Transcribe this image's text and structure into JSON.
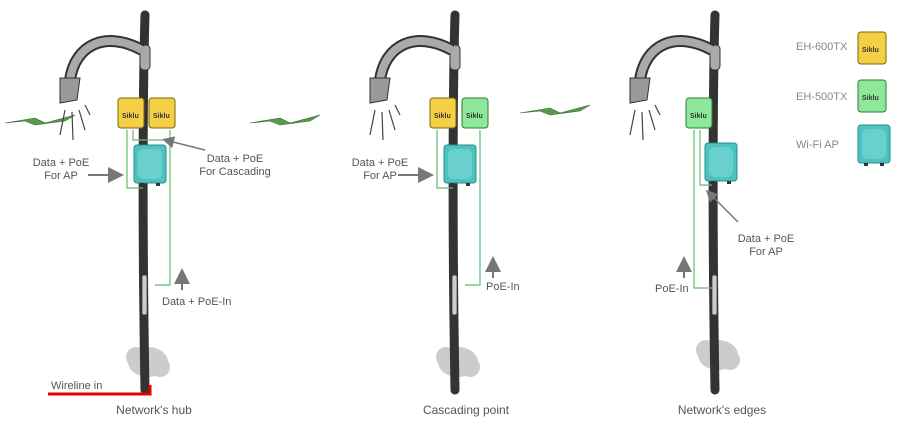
{
  "colors": {
    "eh600": "#f5cf45",
    "eh500": "#8fe89a",
    "ap": "#4cc3c0",
    "wire": "#5cc06a",
    "wireline": "#e00000",
    "pole": "#3b3b3b"
  },
  "sites": [
    {
      "caption": "Network's hub",
      "labels": {
        "ap_feed": [
          "Data + PoE",
          "For AP"
        ],
        "cascade": [
          "Data + PoE",
          "For Cascading"
        ],
        "feed_in": "Data + PoE-In",
        "wireline": "Wireline in"
      }
    },
    {
      "caption": "Cascading point",
      "labels": {
        "ap_feed": [
          "Data + PoE",
          "For AP"
        ],
        "feed_in": "PoE-In"
      }
    },
    {
      "caption": "Network's edges",
      "labels": {
        "ap_feed": [
          "Data + PoE",
          "For AP"
        ],
        "feed_in": "PoE-In"
      }
    }
  ],
  "unit_brand": "Siklu",
  "legend": [
    {
      "label": "EH-600TX",
      "icon": "eh-600tx-radio-icon"
    },
    {
      "label": "EH-500TX",
      "icon": "eh-500tx-radio-icon"
    },
    {
      "label": "Wi-Fi AP",
      "icon": "wifi-ap-icon"
    }
  ]
}
